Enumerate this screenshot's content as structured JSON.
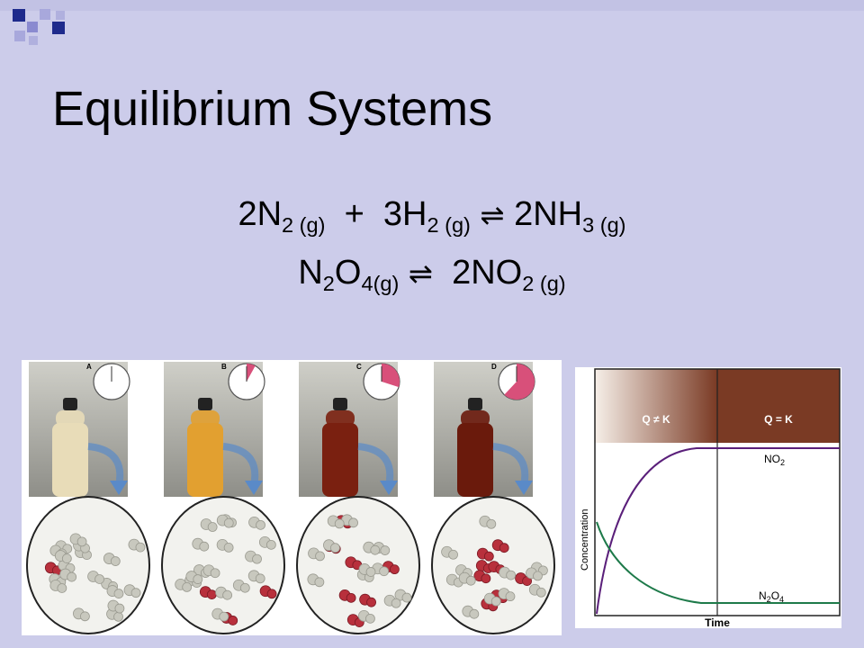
{
  "slide": {
    "title": "Equilibrium Systems",
    "equation1": {
      "parts": [
        "2N",
        "2 (g)",
        "  +  3H",
        "2 (g)",
        "⇌",
        "2NH",
        "3 (g)"
      ]
    },
    "equation2": {
      "parts": [
        "N",
        "2",
        "O",
        "4(g)",
        "⇌",
        "2NO",
        "2 (g)"
      ]
    }
  },
  "illustration": {
    "panels": [
      {
        "label": "A",
        "clock_fill": 0.0,
        "liquid": "#e8dcb8"
      },
      {
        "label": "B",
        "clock_fill": 0.08,
        "liquid": "#e2a030"
      },
      {
        "label": "C",
        "clock_fill": 0.3,
        "liquid": "#7a2010"
      },
      {
        "label": "D",
        "clock_fill": 0.62,
        "liquid": "#6a1a0c"
      }
    ],
    "colors": {
      "clock_fill": "#d8507a",
      "red_molecule": "#b8303c",
      "grey_molecule": "#c8c8be",
      "arrow": "#5a8ac8"
    }
  },
  "graph": {
    "region_left_label": "Q ≠ K",
    "region_right_label": "Q = K",
    "curve_top_label": "NO",
    "curve_top_sub": "2",
    "curve_bottom_label": "N",
    "curve_bottom_sub1": "2",
    "curve_bottom_mid": "O",
    "curve_bottom_sub2": "4",
    "xlabel": "Time",
    "ylabel": "Concentration",
    "colors": {
      "no2": "#5a1f7a",
      "n2o4": "#1e7a4a",
      "header": "#7a3a24"
    }
  }
}
